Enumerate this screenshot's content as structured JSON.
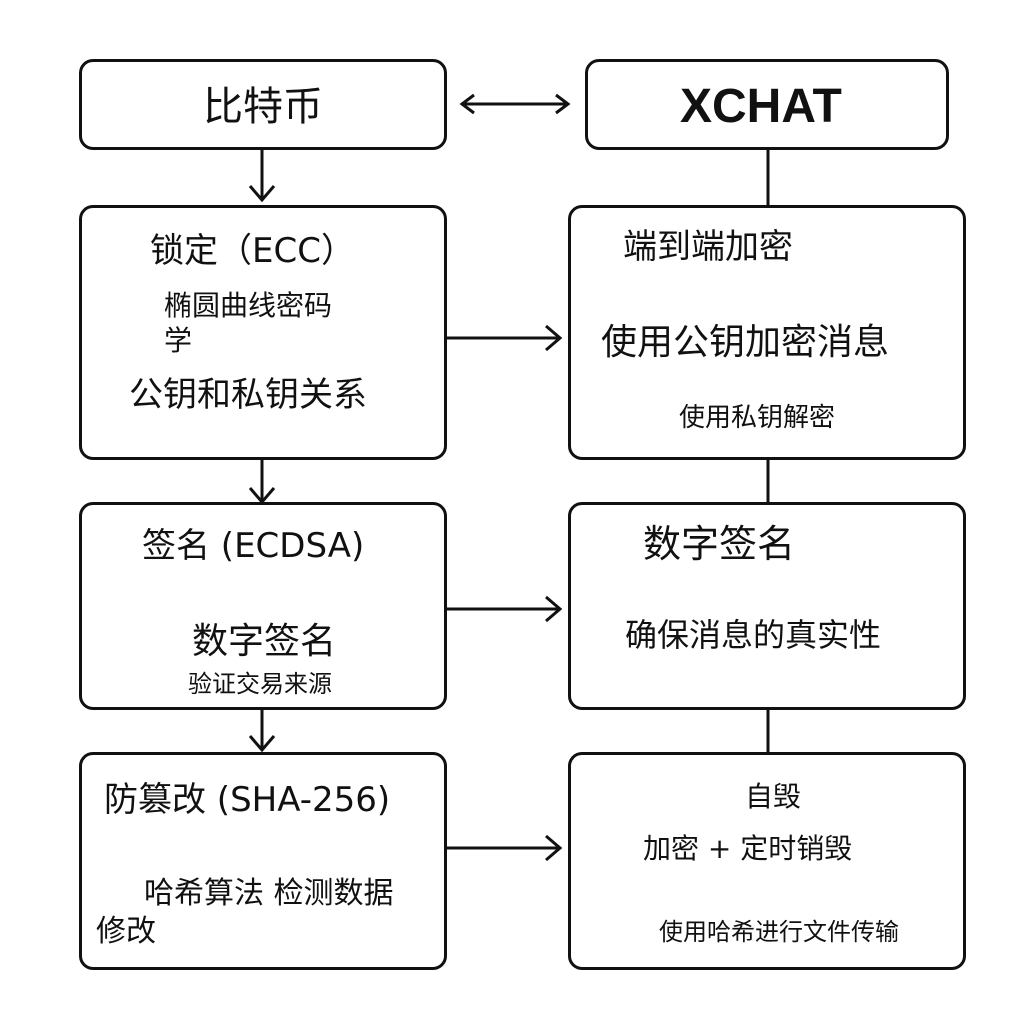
{
  "bitcoin": {
    "header": "比特币",
    "ecc": {
      "title": "锁定（ECC）",
      "line1": "椭圆曲线密码",
      "line2": "学",
      "line3": "公钥和私钥关系"
    },
    "ecdsa": {
      "title": "签名 (ECDSA)",
      "line1": "数字签名",
      "line2": "验证交易来源"
    },
    "sha": {
      "title": "防篡改 (SHA-256)",
      "line1": "哈希算法 检测数据",
      "line2": "修改"
    }
  },
  "xchat": {
    "header": "XCHAT",
    "e2e": {
      "title": "端到端加密",
      "line1": "使用公钥加密消息",
      "line2": "使用私钥解密"
    },
    "signature": {
      "title": "数字签名",
      "line1": "确保消息的真实性"
    },
    "destruct": {
      "title": "自毁",
      "line1": "加密 + 定时销毁",
      "line2": "使用哈希进行文件传输"
    }
  }
}
